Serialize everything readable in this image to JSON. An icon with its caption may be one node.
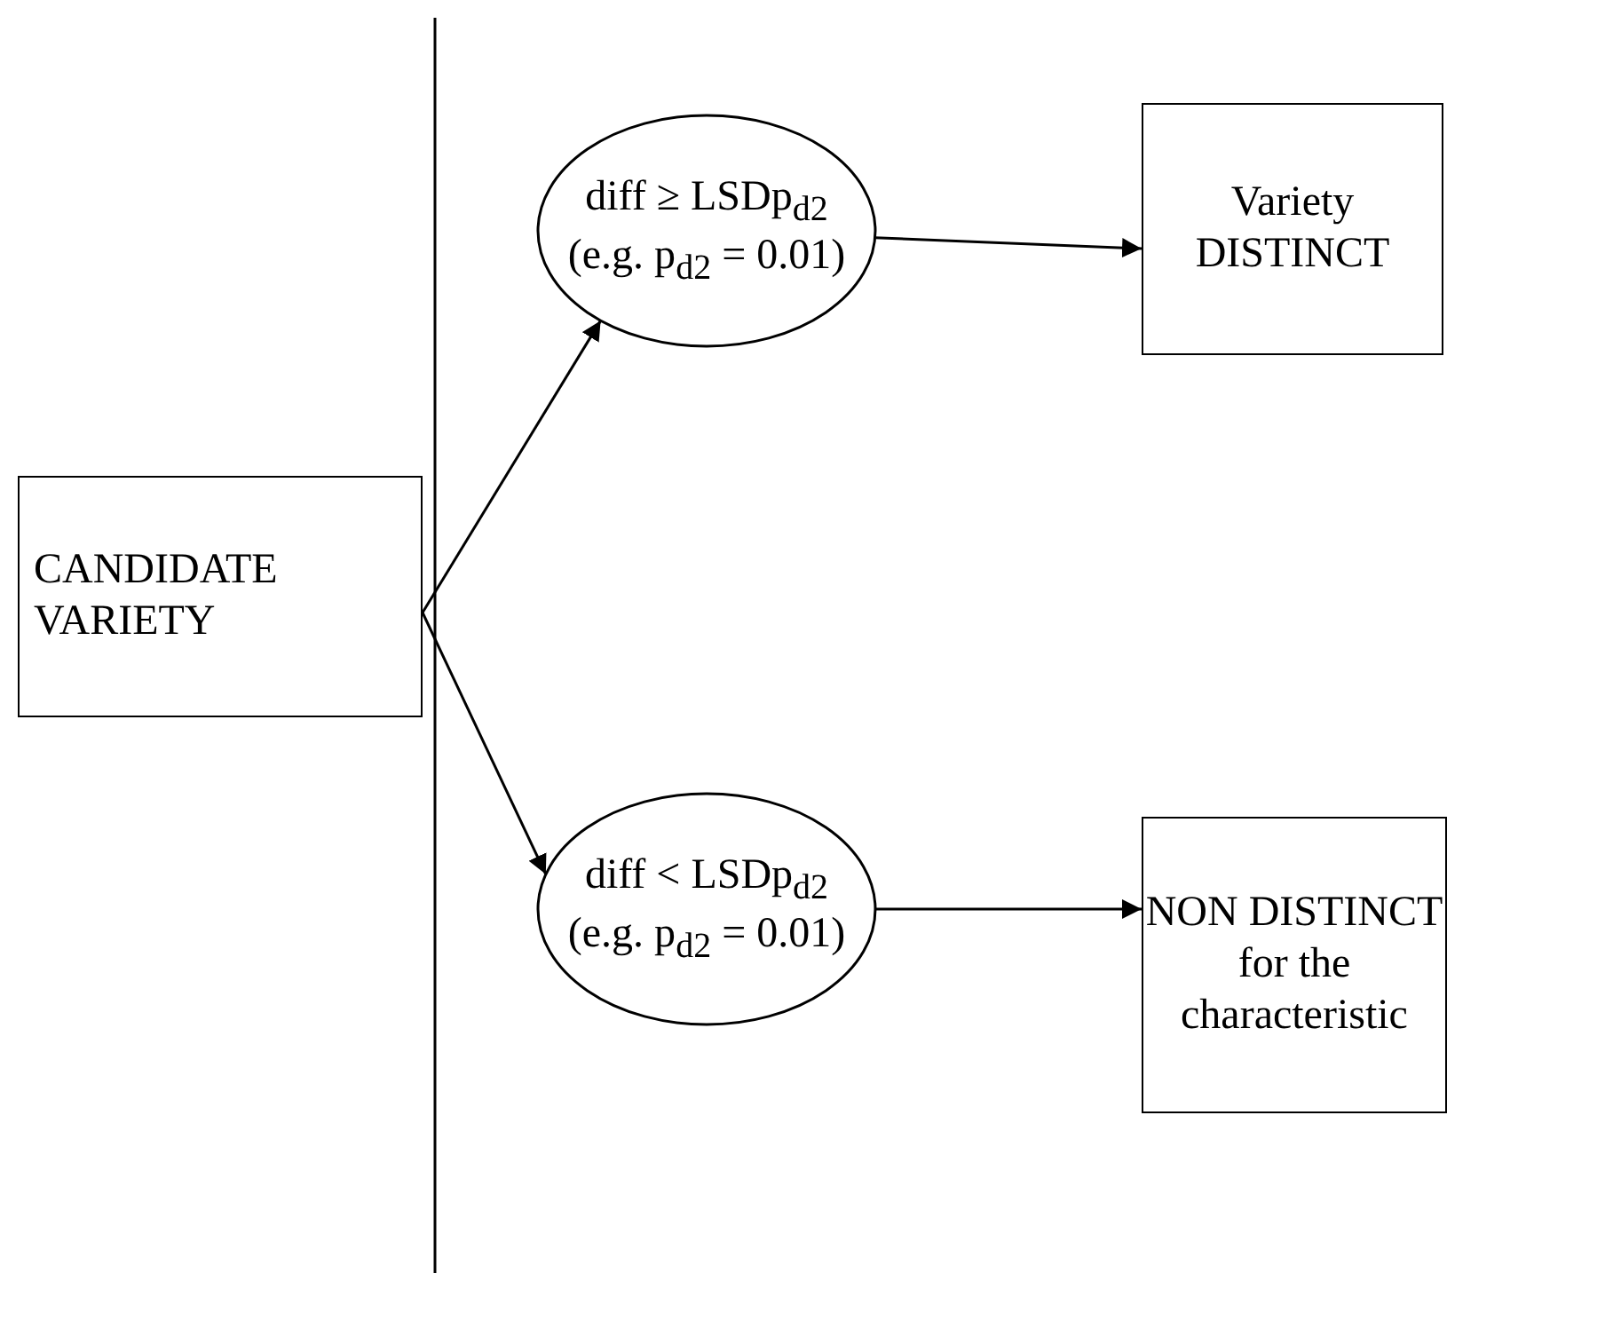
{
  "diagram": {
    "nodes": [
      {
        "text": [
          "CANDIDATE VARIETY"
        ]
      },
      {
        "text": [
          "diff ≥ LSDp$_{d2}$",
          "(e.g. p$_{d2}$ = 0.01)"
        ]
      },
      {
        "text": [
          "Variety DISTINCT"
        ]
      },
      {
        "text": [
          "diff < LSDp$_{d2}$",
          "(e.g. p$_{d2}$ = 0.01)"
        ]
      },
      {
        "text": [
          "NON DISTINCT for the characteristic"
        ]
      }
    ],
    "edges": [
      {
        "from": 0,
        "to": 1,
        "arrow": "to"
      },
      {
        "from": 0,
        "to": 3,
        "arrow": "to"
      },
      {
        "from": 1,
        "to": 2,
        "arrow": "to"
      },
      {
        "from": 3,
        "to": 4,
        "arrow": "to"
      }
    ]
  }
}
